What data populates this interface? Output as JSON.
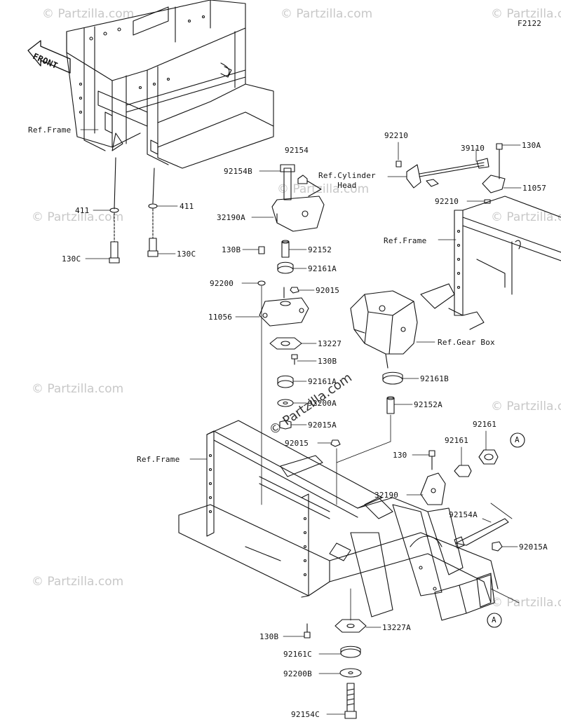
{
  "diagram_id": "F2122",
  "front_label": "FRONT",
  "ref_labels": {
    "frame": "Ref.Frame",
    "cylinder_head": "Ref.Cylinder\nHead",
    "gear_box": "Ref.Gear Box"
  },
  "callout_marker": "A",
  "watermark": "© Partzilla.com",
  "parts": {
    "p411_left": "411",
    "p411_right": "411",
    "p130C_left": "130C",
    "p130C_right": "130C",
    "p92154": "92154",
    "p92154B": "92154B",
    "p32190A": "32190A",
    "p130B_top": "130B",
    "p92152": "92152",
    "p92161A_top": "92161A",
    "p92200": "92200",
    "p92015_top": "92015",
    "p11056": "11056",
    "p13227": "13227",
    "p130B_mid": "130B",
    "p92161A_mid": "92161A",
    "p92200A": "92200A",
    "p92015A_mid": "92015A",
    "p92015_mid": "92015",
    "p92210_top": "92210",
    "p39110": "39110",
    "p130A": "130A",
    "p11057": "11057",
    "p92210_bot": "92210",
    "p92161B": "92161B",
    "p92152A": "92152A",
    "p92161_right": "92161",
    "p92161_mid": "92161",
    "p130": "130",
    "p32190": "32190",
    "p92154A": "92154A",
    "p92015A_right": "92015A",
    "p130B_bot": "130B",
    "p13227A": "13227A",
    "p92161C": "92161C",
    "p92200B": "92200B",
    "p92154C": "92154C"
  }
}
